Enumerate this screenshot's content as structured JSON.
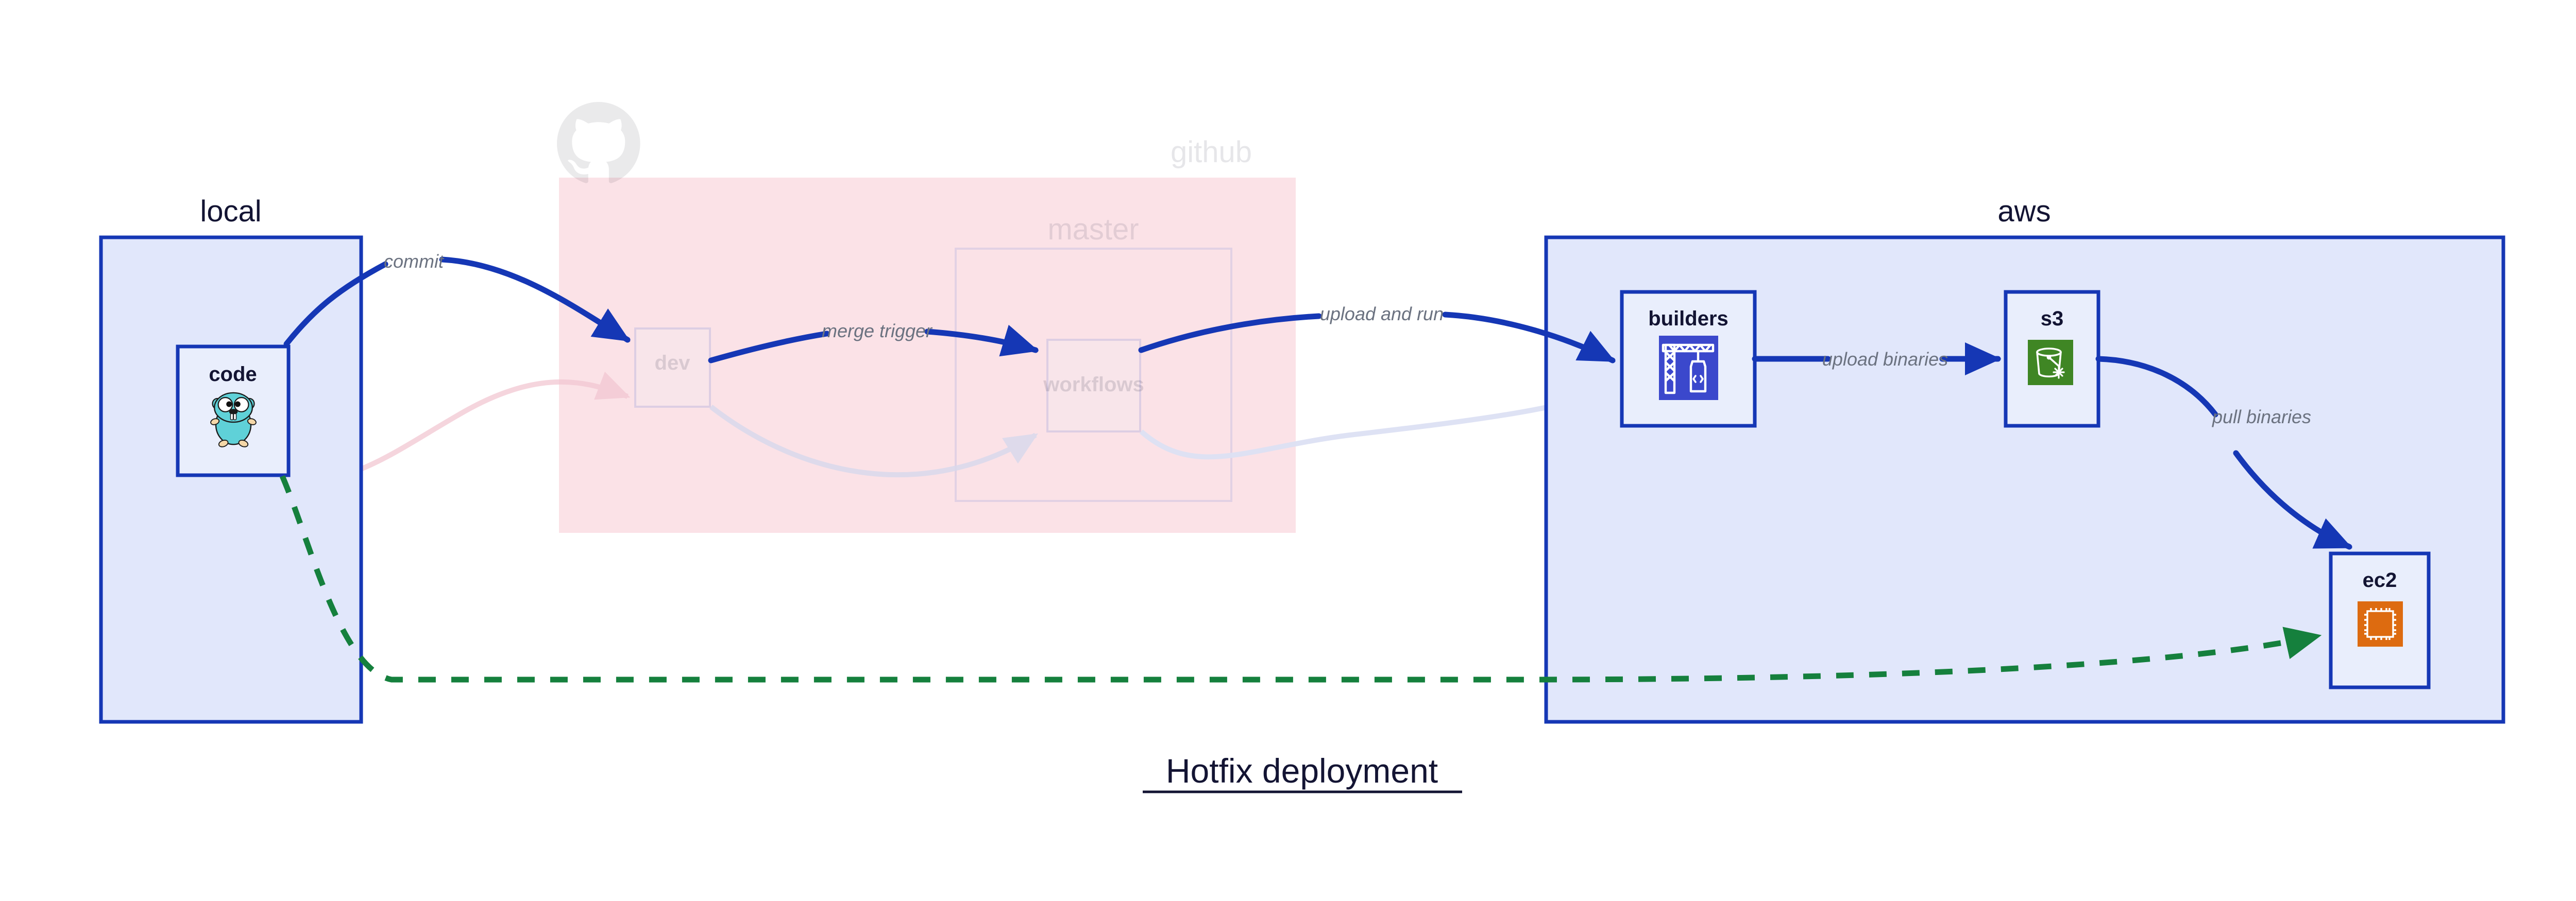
{
  "diagram": {
    "title": "Hotfix deployment",
    "clusters": [
      {
        "id": "local",
        "label": "local",
        "style": "solid",
        "fill": "#e1e7fb",
        "stroke": "#1537b5"
      },
      {
        "id": "github",
        "label": "github",
        "style": "faded",
        "fill": "#fbe2e7",
        "stroke": "#d9c9e4"
      },
      {
        "id": "master",
        "label": "master",
        "style": "faded",
        "fill": "#fbe2e7",
        "stroke": "#d9c9e4"
      },
      {
        "id": "aws",
        "label": "aws",
        "style": "solid",
        "fill": "#e1e7fb",
        "stroke": "#1537b5"
      }
    ],
    "nodes": [
      {
        "id": "code",
        "label": "code",
        "icon": "go-gopher-icon",
        "style": "solid",
        "cluster": "local"
      },
      {
        "id": "dev",
        "label": "dev",
        "icon": null,
        "style": "faded",
        "cluster": "github"
      },
      {
        "id": "workflows",
        "label": "workflows",
        "icon": null,
        "style": "faded",
        "cluster": "master"
      },
      {
        "id": "builders",
        "label": "builders",
        "icon": "aws-codebuild-icon",
        "style": "solid",
        "cluster": "aws"
      },
      {
        "id": "s3",
        "label": "s3",
        "icon": "aws-s3-bucket-icon",
        "style": "solid",
        "cluster": "aws"
      },
      {
        "id": "ec2",
        "label": "ec2",
        "icon": "aws-ec2-chip-icon",
        "style": "solid",
        "cluster": "aws"
      }
    ],
    "edges": [
      {
        "id": "code-dev",
        "from": "code",
        "to": "dev",
        "label": "commit",
        "style": "solid",
        "color": "#1537b5"
      },
      {
        "id": "dev-workflows",
        "from": "dev",
        "to": "workflows",
        "label": "merge trigger",
        "style": "solid",
        "color": "#1537b5"
      },
      {
        "id": "workflows-build",
        "from": "workflows",
        "to": "builders",
        "label": "upload and run",
        "style": "solid",
        "color": "#1537b5"
      },
      {
        "id": "builders-s3",
        "from": "builders",
        "to": "s3",
        "label": "upload binaries",
        "style": "solid",
        "color": "#1537b5"
      },
      {
        "id": "s3-ec2",
        "from": "s3",
        "to": "ec2",
        "label": "pull binaries",
        "style": "solid",
        "color": "#1537b5"
      },
      {
        "id": "code-ec2",
        "from": "code",
        "to": "ec2",
        "label": "",
        "style": "dashed",
        "color": "#15803d"
      },
      {
        "id": "faded-a",
        "from": "code",
        "to": "dev",
        "label": "",
        "style": "faded",
        "color": "#f2c7d2"
      },
      {
        "id": "faded-b",
        "from": "dev",
        "to": "workflows",
        "label": "",
        "style": "faded",
        "color": "#d9d9ec"
      },
      {
        "id": "faded-c",
        "from": "workflows",
        "to": "builders",
        "label": "",
        "style": "faded",
        "color": "#dde1f4"
      }
    ],
    "brand_icons": [
      {
        "id": "github-octocat-icon",
        "label": "github"
      }
    ],
    "colors": {
      "accent_blue": "#1537b5",
      "cluster_blue_fill": "#e1e7fb",
      "cluster_pink_fill": "#fbe2e7",
      "node_fill": "#e9eefc",
      "green_dashed": "#15803d",
      "label_gray": "#6b7280",
      "text_dark": "#131433",
      "s3_green": "#3f8624",
      "ec2_orange": "#dd6b10",
      "codebuild_blue": "#3b48cc",
      "gopher_teal": "#5fd1d8"
    }
  }
}
